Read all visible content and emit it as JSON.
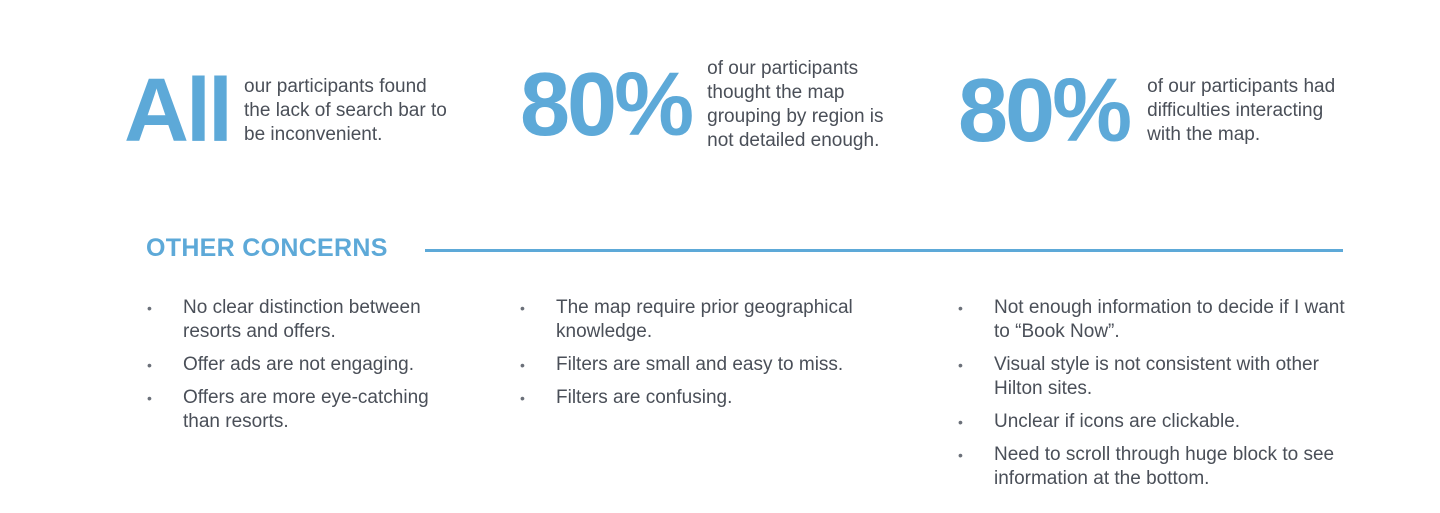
{
  "stats": [
    {
      "big": "All",
      "text": "our participants found\nthe lack of search bar to\nbe inconvenient."
    },
    {
      "big": "80%",
      "text": "of our participants\nthought the map\ngrouping by region is\nnot detailed enough."
    },
    {
      "big": "80%",
      "text": "of our participants had\ndifficulties interacting\nwith the map."
    }
  ],
  "section": {
    "title": "OTHER CONCERNS"
  },
  "concerns": [
    [
      "No clear distinction between resorts and offers.",
      "Offer ads are not engaging.",
      "Offers are more eye-catching than resorts."
    ],
    [
      "The map require prior geographical knowledge.",
      "Filters are small and easy to miss.",
      "Filters are confusing."
    ],
    [
      "Not enough information to decide if I want to “Book Now”.",
      "Visual style is not consistent with other Hilton sites.",
      "Unclear if icons are clickable.",
      "Need to scroll through huge block to see information at the bottom."
    ]
  ],
  "colors": {
    "accent": "#5da9d8",
    "text": "#4a4f58"
  }
}
